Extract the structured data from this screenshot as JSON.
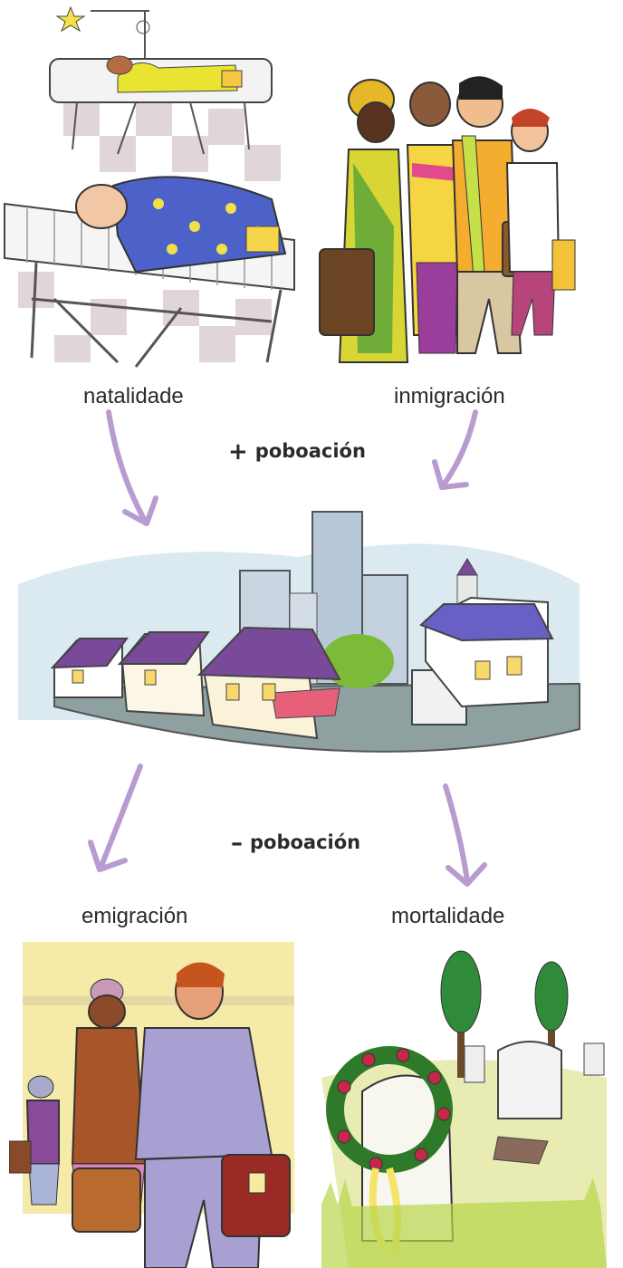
{
  "labels": {
    "natalidade": "natalidade",
    "inmigracion": "inmigración",
    "emigracion": "emigración",
    "mortalidade": "mortalidade"
  },
  "population": {
    "plus_sign": "+",
    "minus_sign": "–",
    "word": "poboación"
  },
  "colors": {
    "arrow": "#b89bd0",
    "roof": "#7a4a9a",
    "sky": "#dbe9f0",
    "ground": "#8fa0a0"
  }
}
